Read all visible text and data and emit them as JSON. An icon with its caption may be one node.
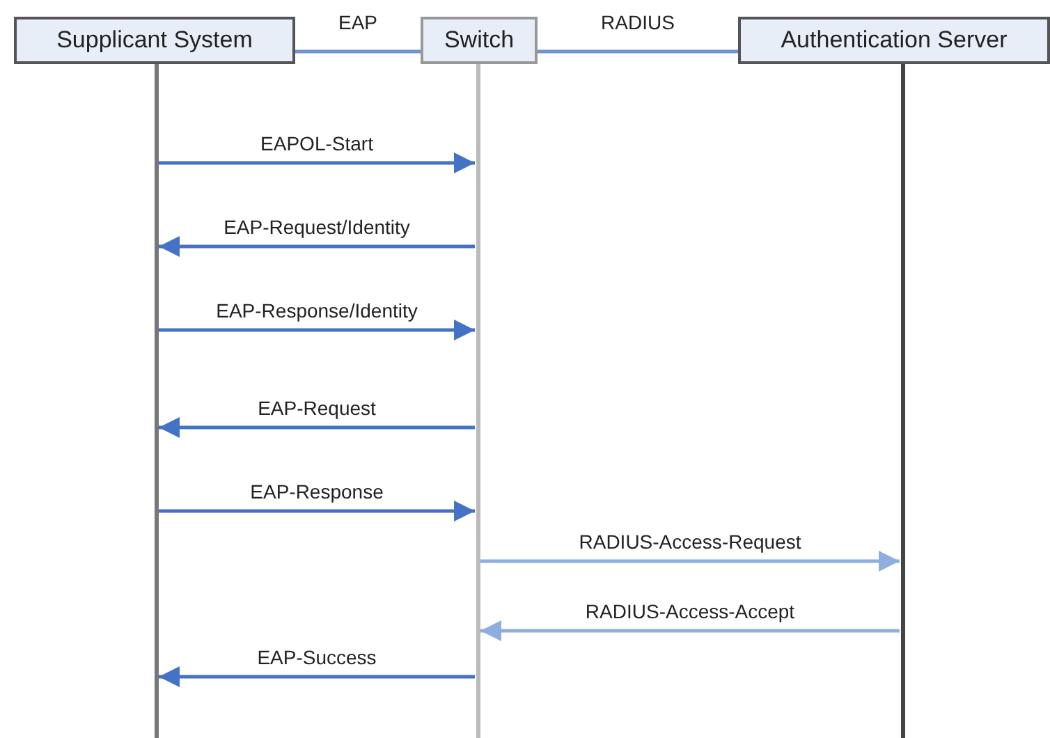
{
  "diagram": {
    "nodes": [
      {
        "text": [
          "Supplicant System"
        ]
      },
      {
        "text": [
          "Switch"
        ]
      },
      {
        "text": [
          "Authentication Server"
        ]
      }
    ],
    "edges": [
      {
        "from": 0,
        "to": 1,
        "arrow": "none",
        "label": "EAP"
      },
      {
        "from": 1,
        "to": 2,
        "arrow": "none",
        "label": "RADIUS"
      },
      {
        "from": 0,
        "to": 1,
        "arrow": "to",
        "label": "EAPOL-Start"
      },
      {
        "from": 1,
        "to": 0,
        "arrow": "to",
        "label": "EAP-Request/Identity"
      },
      {
        "from": 0,
        "to": 1,
        "arrow": "to",
        "label": "EAP-Response/Identity"
      },
      {
        "from": 1,
        "to": 0,
        "arrow": "to",
        "label": "EAP-Request"
      },
      {
        "from": 0,
        "to": 1,
        "arrow": "to",
        "label": "EAP-Response"
      },
      {
        "from": 1,
        "to": 2,
        "arrow": "to",
        "label": "RADIUS-Access-Request",
        "color": "#8eaee0"
      },
      {
        "from": 2,
        "to": 1,
        "arrow": "to",
        "label": "RADIUS-Access-Accept",
        "color": "#8eaee0"
      },
      {
        "from": 1,
        "to": 0,
        "arrow": "to",
        "label": "EAP-Success"
      }
    ]
  }
}
